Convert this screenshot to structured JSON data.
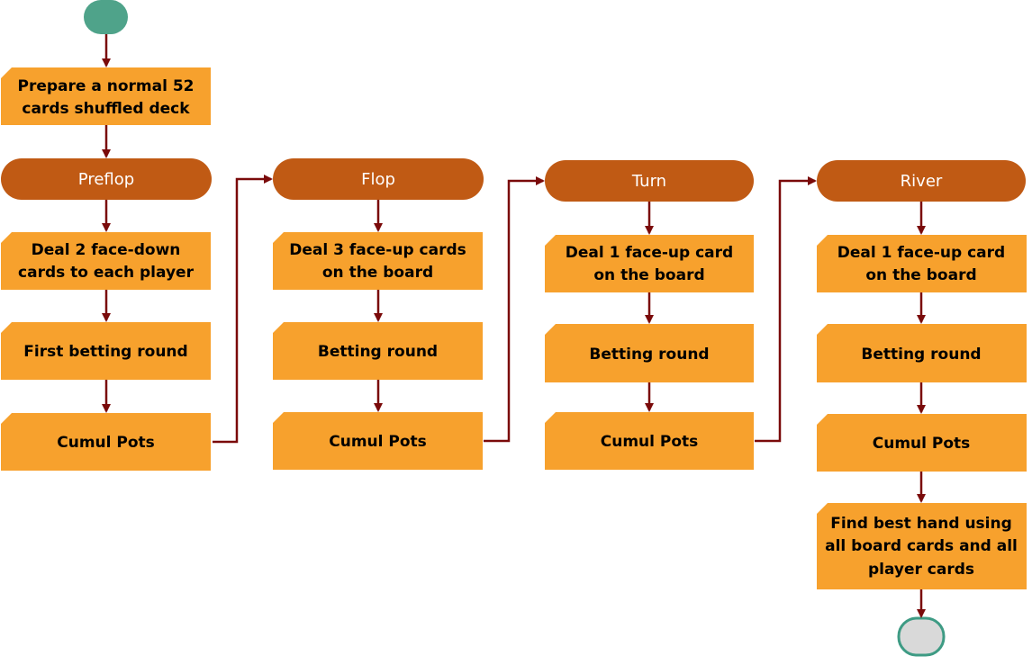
{
  "colors": {
    "box_fill": "#F7A12D",
    "phase_fill": "#C05A14",
    "connector": "#7A0A0A",
    "start_fill": "#4FA38A",
    "end_fill": "#D9D9D9",
    "end_stroke": "#3E9B84"
  },
  "start": {
    "label": ""
  },
  "prepare": {
    "lines": [
      "Prepare a normal 52",
      "cards shuffled deck"
    ]
  },
  "columns": [
    {
      "phase": "Preflop",
      "deal": [
        "Deal 2 face-down",
        "cards to each player"
      ],
      "betting": "First betting round",
      "pots": "Cumul Pots"
    },
    {
      "phase": "Flop",
      "deal": [
        "Deal 3 face-up cards",
        "on the board"
      ],
      "betting": "Betting round",
      "pots": "Cumul Pots"
    },
    {
      "phase": "Turn",
      "deal": [
        "Deal 1 face-up card",
        "on the board"
      ],
      "betting": "Betting round",
      "pots": "Cumul Pots"
    },
    {
      "phase": "River",
      "deal": [
        "Deal 1 face-up card",
        "on the board"
      ],
      "betting": "Betting round",
      "pots": "Cumul Pots"
    }
  ],
  "final": {
    "lines": [
      "Find best hand using",
      "all board cards and all",
      "player cards"
    ]
  },
  "end": {
    "label": ""
  }
}
